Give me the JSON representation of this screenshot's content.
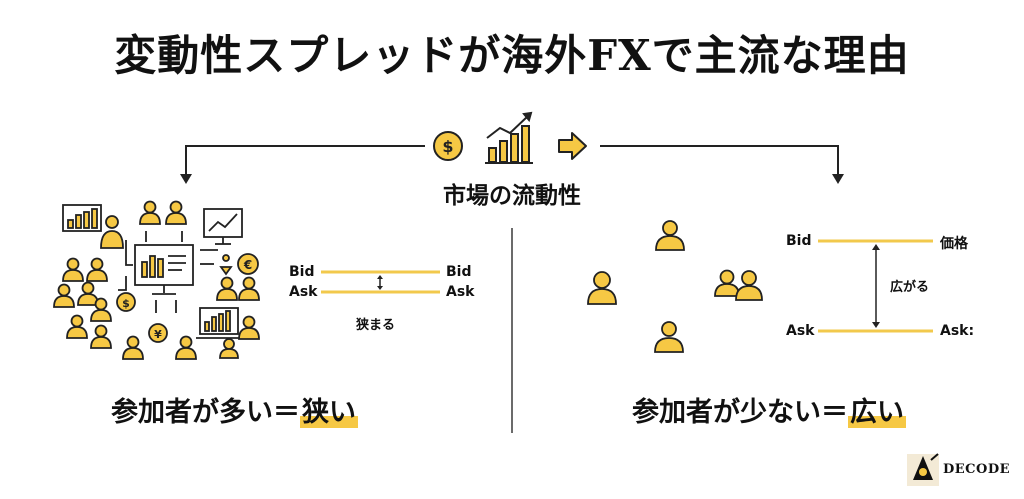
{
  "title": "変動性スプレッドが海外FXで主流な理由",
  "center_label": "市場の流動性",
  "left": {
    "bid_left": "Bid",
    "bid_right": "Bid",
    "ask_left": "Ask",
    "ask_right": "Ask",
    "spread_note": "狭まる",
    "caption_prefix": "参加者が多い＝",
    "caption_highlight": "狭い"
  },
  "right": {
    "bid_left": "Bid",
    "bid_right": "価格",
    "ask_left": "Ask",
    "ask_right": "Ask:",
    "spread_note": "広がる",
    "caption_prefix": "参加者が少ない＝",
    "caption_highlight": "広い"
  },
  "logo_text": "DECODE",
  "colors": {
    "accent": "#f6c844",
    "line": "#111111",
    "spread_line": "#f2c94c"
  },
  "icons": [
    "dollar-coin-icon",
    "growth-chart-icon",
    "arrow-right-icon",
    "person-icon",
    "monitor-chart-icon",
    "euro-coin-icon",
    "yen-coin-icon",
    "laptop-icon"
  ]
}
